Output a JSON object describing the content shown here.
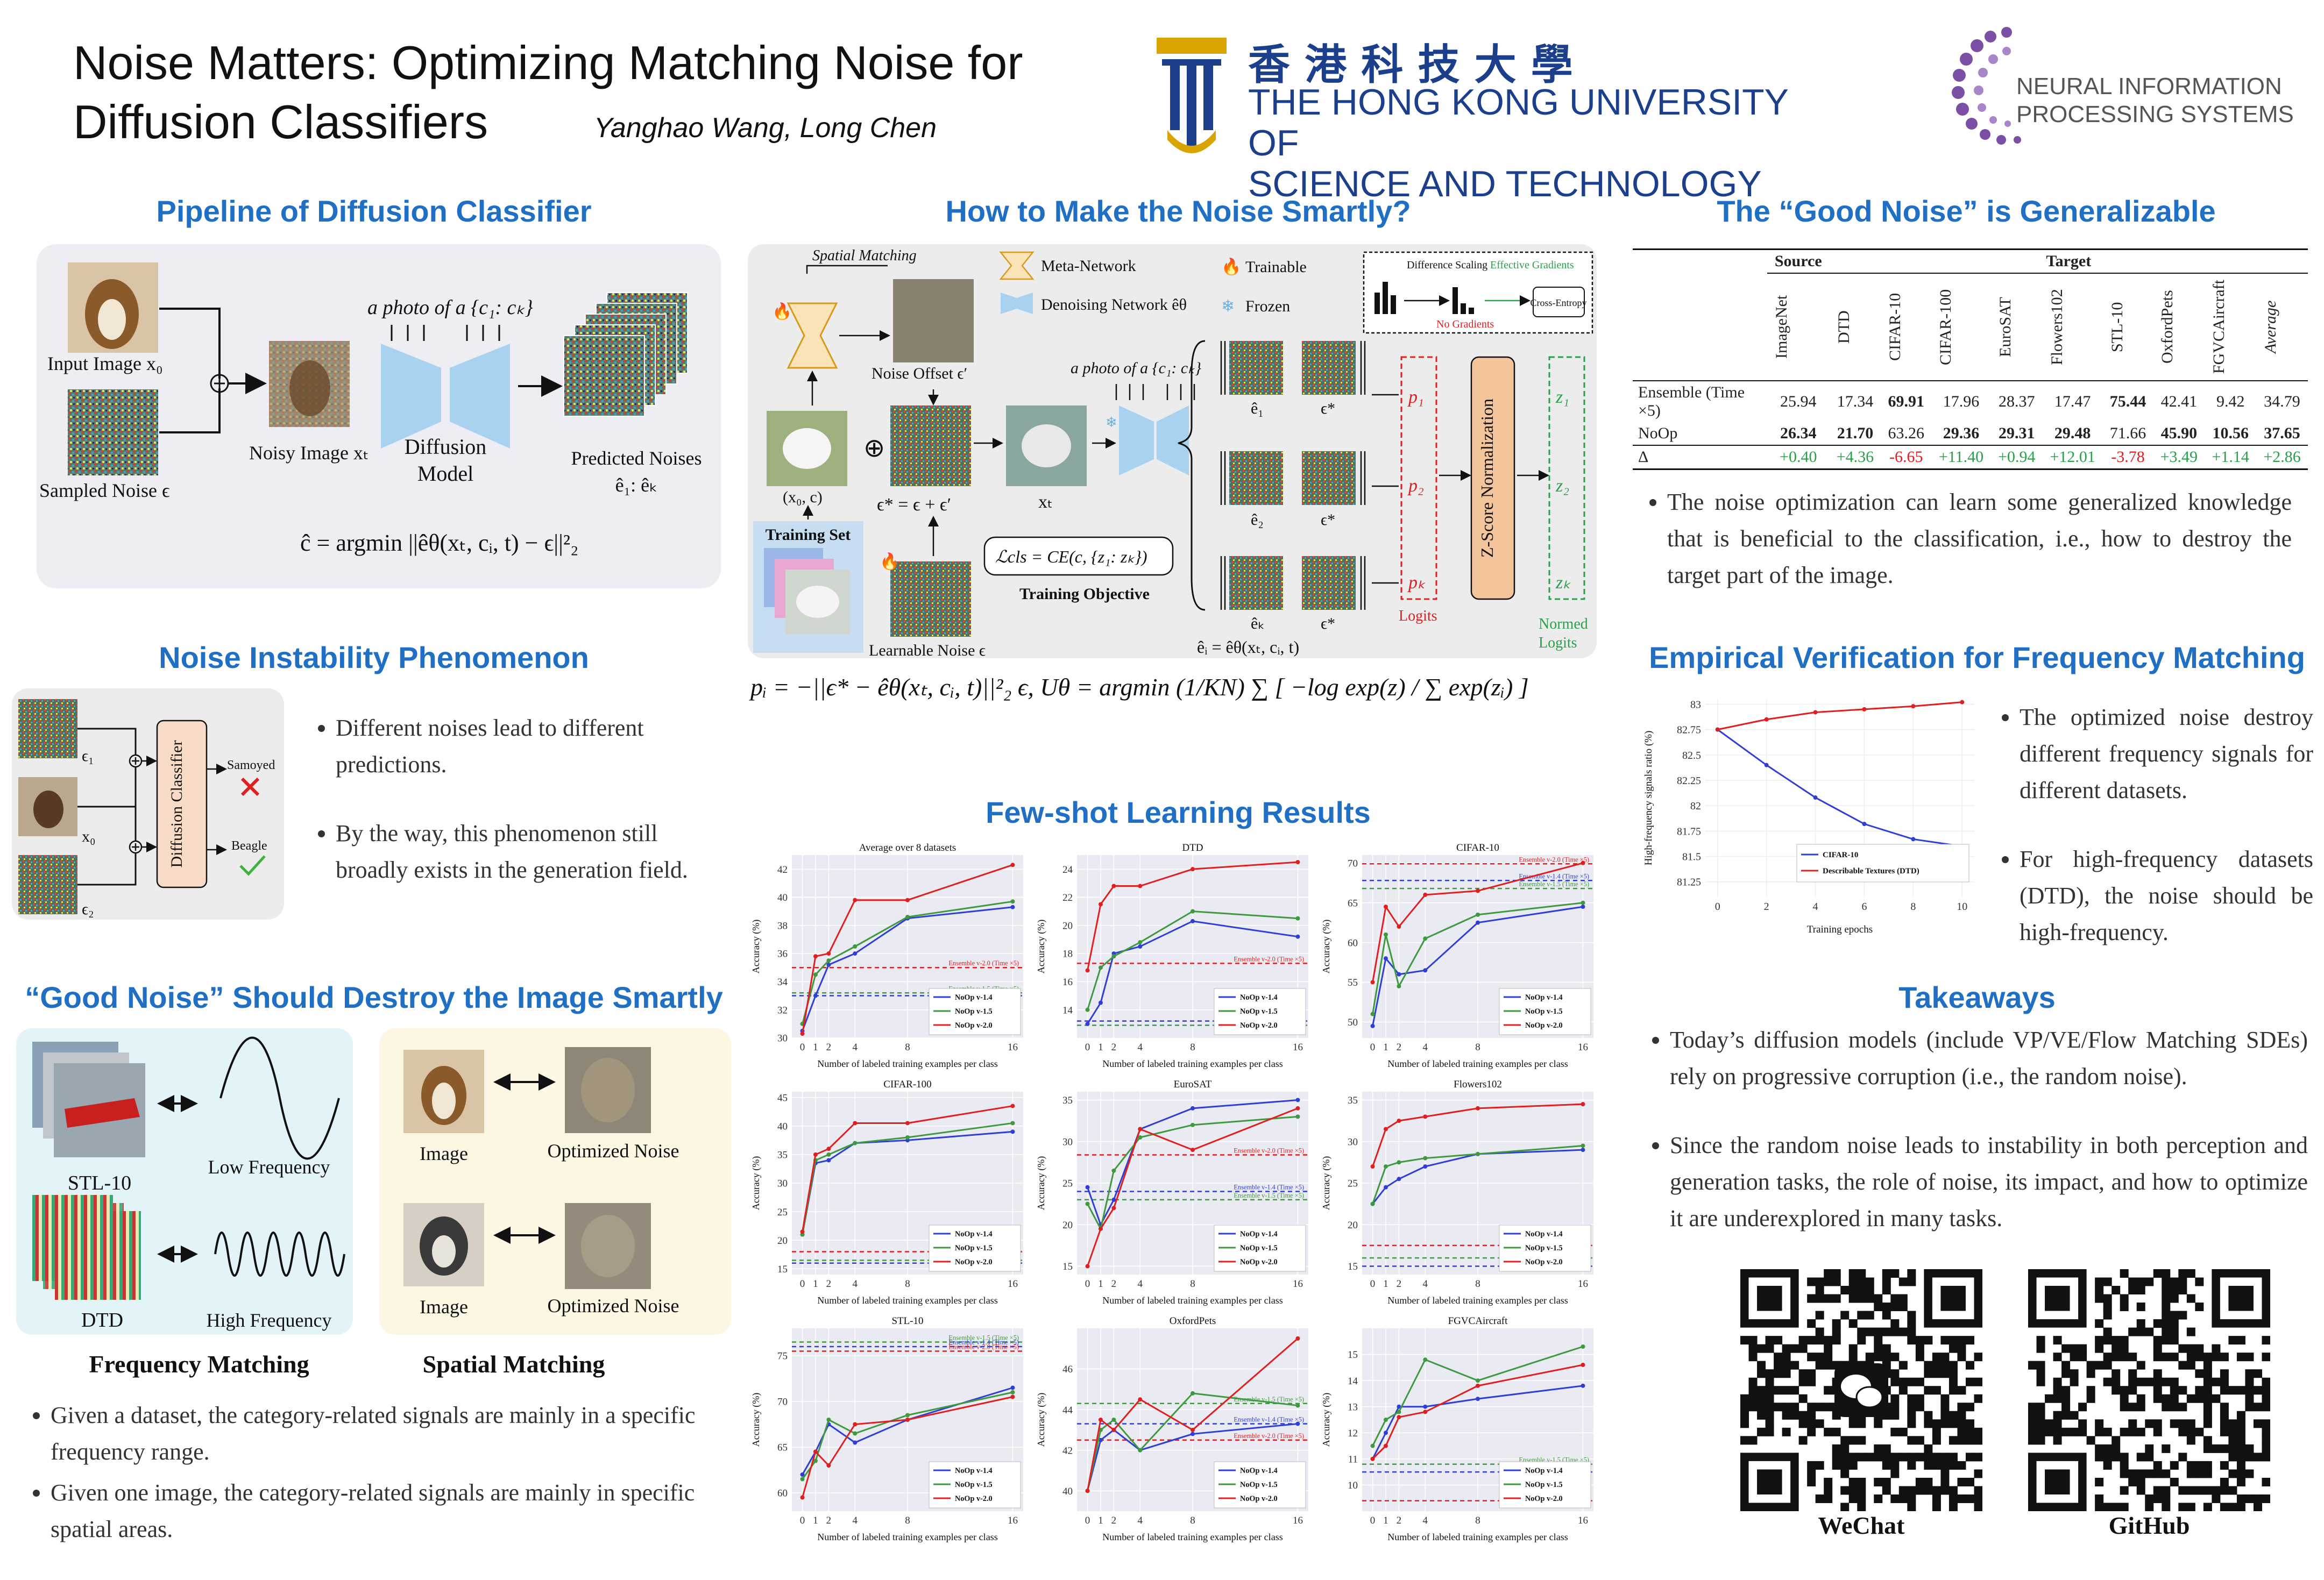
{
  "header": {
    "title_line1": "Noise Matters: Optimizing Matching Noise for",
    "title_line2": "Diffusion Classifiers",
    "authors": "Yanghao Wang, Long Chen",
    "hkust_chinese": "香 港 科 技 大 學",
    "hkust_line1": "THE HONG KONG UNIVERSITY OF",
    "hkust_line2": "SCIENCE AND TECHNOLOGY",
    "neurips_line1": "NEURAL INFORMATION",
    "neurips_line2": "PROCESSING SYSTEMS",
    "accent_color": "#1f6fc5"
  },
  "pipeline": {
    "heading": "Pipeline of Diffusion Classifier",
    "input_image": "Input Image x₀",
    "sampled_noise": "Sampled Noise ϵ",
    "noisy_image": "Noisy Image xₜ",
    "prompt": "a photo of a {c₁: cₖ}",
    "model": "Diffusion",
    "model2": "Model",
    "predicted": "Predicted Noises",
    "predicted_sub": "ê₁: êₖ",
    "formula": "ĉ = argmin ||êθ(xₜ, cᵢ, t) − ϵ||²₂"
  },
  "instability": {
    "heading": "Noise Instability Phenomenon",
    "eps1": "ϵ₁",
    "x0": "x₀",
    "eps2": "ϵ₂",
    "classifier": "Diffusion Classifier",
    "samoyed": "Samoyed",
    "beagle": "Beagle",
    "bullets": [
      "Different noises lead to different predictions.",
      "By the way, this phenomenon still broadly exists in the generation field."
    ]
  },
  "good_noise": {
    "heading": "“Good Noise” Should Destroy the Image Smartly",
    "stl": "STL-10",
    "low": "Low Frequency",
    "dtd": "DTD",
    "high": "High Frequency",
    "image": "Image",
    "optimized": "Optimized Noise",
    "freq_caption": "Frequency Matching",
    "spatial_caption": "Spatial Matching",
    "bullets": [
      "Given a dataset, the category-related signals are mainly in a specific frequency range.",
      "Given one image, the category-related signals are mainly in specific spatial areas."
    ]
  },
  "smart": {
    "heading": "How to Make the Noise Smartly?",
    "spatial_matching": "Spatial Matching",
    "meta_network": "Meta-Network",
    "denoising": "Denoising Network êθ",
    "trainable": "Trainable",
    "frozen": "Frozen",
    "noise_offset": "Noise Offset ϵ′",
    "prompt": "a photo of a {c₁: cₖ}",
    "eps_star": "ϵ* = ϵ + ϵ′",
    "x_c": "(x₀, c)",
    "x_t": "xₜ",
    "training_set": "Training Set",
    "learnable": "Learnable Noise ϵ",
    "loss": "ℒcls = CE(c, {z₁: zₖ})",
    "objective": "Training Objective",
    "diff_scaling": "Difference Scaling",
    "effective_grad": "Effective Gradients",
    "no_grad": "No Gradients",
    "cross_entropy": "Cross-Entropy",
    "zscore": "Z-Score Normalization",
    "logits": "Logits",
    "normed": "Normed",
    "normed2": "Logits",
    "e1": "ê₁",
    "e2": "ê₂",
    "ek": "êₖ",
    "estar": "ϵ*",
    "p1": "p₁",
    "p2": "p₂",
    "pk": "pₖ",
    "z1": "z₁",
    "z2": "z₂",
    "zk": "zₖ",
    "ei_formula": "êᵢ = êθ(xₜ, cᵢ, t)",
    "main_formula": "pᵢ = −||ϵ* − êθ(xₜ, cᵢ, t)||²₂    ϵ, Uθ = argmin (1/KN) ∑ [ −log exp(z) / ∑ exp(zᵢ) ]"
  },
  "few_shot": {
    "heading": "Few-shot Learning Results",
    "xlabel": "Number of labeled training examples per class",
    "ylabel": "Accuracy (%)",
    "series_names": [
      "NoOp v-1.4",
      "NoOp v-1.5",
      "NoOp v-2.0"
    ],
    "series_colors": [
      "#2f3fd6",
      "#3f9a3f",
      "#e02020"
    ]
  },
  "chart_data": [
    {
      "type": "line",
      "title": "Average over 8 datasets",
      "x": [
        0,
        1,
        2,
        4,
        8,
        16
      ],
      "xlabel": "Number of labeled training examples per class",
      "ylabel": "Accuracy (%)",
      "ylim": [
        30,
        43
      ],
      "yticks": [
        30,
        32,
        34,
        36,
        38,
        40,
        42
      ],
      "series": [
        {
          "name": "NoOp v-1.4",
          "values": [
            30.5,
            33.0,
            35.2,
            36.0,
            38.5,
            39.3
          ]
        },
        {
          "name": "NoOp v-1.5",
          "values": [
            31.0,
            34.5,
            35.5,
            36.5,
            38.6,
            39.7
          ]
        },
        {
          "name": "NoOp v-2.0",
          "values": [
            30.3,
            35.8,
            36.0,
            39.8,
            39.8,
            42.3
          ]
        }
      ],
      "baselines": [
        {
          "label": "Ensemble v-2.0 (Time ×5)",
          "value": 35.0
        },
        {
          "label": "Ensemble v-1.5 (Time ×5)",
          "value": 33.2
        },
        {
          "label": "Ensemble v-1.4 (Time ×5)",
          "value": 33.0
        }
      ]
    },
    {
      "type": "line",
      "title": "DTD",
      "x": [
        0,
        1,
        2,
        4,
        8,
        16
      ],
      "xlabel": "Number of labeled training examples per class",
      "ylabel": "Accuracy (%)",
      "ylim": [
        12,
        25
      ],
      "yticks": [
        14,
        16,
        18,
        20,
        22,
        24
      ],
      "series": [
        {
          "name": "NoOp v-1.4",
          "values": [
            13.0,
            14.5,
            18.0,
            18.5,
            20.3,
            19.2
          ]
        },
        {
          "name": "NoOp v-1.5",
          "values": [
            14.0,
            17.0,
            17.8,
            18.8,
            21.0,
            20.5
          ]
        },
        {
          "name": "NoOp v-2.0",
          "values": [
            16.8,
            21.5,
            22.8,
            22.8,
            24.0,
            24.5
          ]
        }
      ],
      "baselines": [
        {
          "label": "Ensemble v-2.0 (Time ×5)",
          "value": 17.3
        },
        {
          "label": "Ensemble v-1.4 (Time ×5)",
          "value": 13.2
        },
        {
          "label": "Ensemble v-1.5 (Time ×5)",
          "value": 12.9
        }
      ]
    },
    {
      "type": "line",
      "title": "CIFAR-10",
      "x": [
        0,
        1,
        2,
        4,
        8,
        16
      ],
      "xlabel": "Number of labeled training examples per class",
      "ylabel": "Accuracy (%)",
      "ylim": [
        48,
        71
      ],
      "yticks": [
        50,
        55,
        60,
        65,
        70
      ],
      "series": [
        {
          "name": "NoOp v-1.4",
          "values": [
            49.5,
            58.0,
            56.0,
            56.5,
            62.5,
            64.5
          ]
        },
        {
          "name": "NoOp v-1.5",
          "values": [
            51.0,
            61.0,
            54.5,
            60.5,
            63.5,
            65.0
          ]
        },
        {
          "name": "NoOp v-2.0",
          "values": [
            55.0,
            64.5,
            62.0,
            66.0,
            66.5,
            70.0
          ]
        }
      ],
      "baselines": [
        {
          "label": "Ensemble v-2.0 (Time ×5)",
          "value": 69.9
        },
        {
          "label": "Ensemble v-1.4 (Time ×5)",
          "value": 67.8
        },
        {
          "label": "Ensemble v-1.5 (Time ×5)",
          "value": 66.8
        }
      ]
    },
    {
      "type": "line",
      "title": "CIFAR-100",
      "x": [
        0,
        1,
        2,
        4,
        8,
        16
      ],
      "xlabel": "Number of labeled training examples per class",
      "ylabel": "Accuracy (%)",
      "ylim": [
        14,
        46
      ],
      "yticks": [
        15,
        20,
        25,
        30,
        35,
        40,
        45
      ],
      "series": [
        {
          "name": "NoOp v-1.4",
          "values": [
            21.0,
            33.5,
            34.0,
            37.0,
            37.5,
            39.0
          ]
        },
        {
          "name": "NoOp v-1.5",
          "values": [
            21.0,
            34.0,
            35.0,
            37.0,
            38.0,
            40.5
          ]
        },
        {
          "name": "NoOp v-2.0",
          "values": [
            21.5,
            35.0,
            36.0,
            40.5,
            40.5,
            43.5
          ]
        }
      ],
      "baselines": [
        {
          "label": "Ensemble v-2.0 (Time ×5)",
          "value": 18.0
        },
        {
          "label": "Ensemble v-1.5 (Time ×5)",
          "value": 16.5
        },
        {
          "label": "Ensemble v-1.4 (Time ×5)",
          "value": 16.0
        }
      ]
    },
    {
      "type": "line",
      "title": "EuroSAT",
      "x": [
        0,
        1,
        2,
        4,
        8,
        16
      ],
      "xlabel": "Number of labeled training examples per class",
      "ylabel": "Accuracy (%)",
      "ylim": [
        14,
        36
      ],
      "yticks": [
        15,
        20,
        25,
        30,
        35
      ],
      "series": [
        {
          "name": "NoOp v-1.4",
          "values": [
            24.5,
            20.0,
            23.0,
            31.5,
            34.0,
            35.0
          ]
        },
        {
          "name": "NoOp v-1.5",
          "values": [
            22.5,
            19.5,
            26.5,
            30.5,
            32.0,
            33.0
          ]
        },
        {
          "name": "NoOp v-2.0",
          "values": [
            15.0,
            19.5,
            22.0,
            31.5,
            29.0,
            34.0
          ]
        }
      ],
      "baselines": [
        {
          "label": "Ensemble v-2.0 (Time ×5)",
          "value": 28.4
        },
        {
          "label": "Ensemble v-1.4 (Time ×5)",
          "value": 24.0
        },
        {
          "label": "Ensemble v-1.5 (Time ×5)",
          "value": 23.0
        }
      ]
    },
    {
      "type": "line",
      "title": "Flowers102",
      "x": [
        0,
        1,
        2,
        4,
        8,
        16
      ],
      "xlabel": "Number of labeled training examples per class",
      "ylabel": "Accuracy (%)",
      "ylim": [
        14,
        36
      ],
      "yticks": [
        15,
        20,
        25,
        30,
        35
      ],
      "series": [
        {
          "name": "NoOp v-1.4",
          "values": [
            22.5,
            24.5,
            25.5,
            27.0,
            28.5,
            29.0
          ]
        },
        {
          "name": "NoOp v-1.5",
          "values": [
            22.5,
            27.0,
            27.5,
            28.0,
            28.5,
            29.5
          ]
        },
        {
          "name": "NoOp v-2.0",
          "values": [
            27.0,
            31.5,
            32.5,
            33.0,
            34.0,
            34.5
          ]
        }
      ],
      "baselines": [
        {
          "label": "Ensemble v-2.0 (Time ×5)",
          "value": 17.5
        },
        {
          "label": "Ensemble v-1.5 (Time ×5)",
          "value": 16.0
        },
        {
          "label": "Ensemble v-1.4 (Time ×5)",
          "value": 15.0
        }
      ]
    },
    {
      "type": "line",
      "title": "STL-10",
      "x": [
        0,
        1,
        2,
        4,
        8,
        16
      ],
      "xlabel": "Number of labeled training examples per class",
      "ylabel": "Accuracy (%)",
      "ylim": [
        58,
        78
      ],
      "yticks": [
        60,
        65,
        70,
        75
      ],
      "series": [
        {
          "name": "NoOp v-1.4",
          "values": [
            62.0,
            64.5,
            67.5,
            65.5,
            68.0,
            71.5
          ]
        },
        {
          "name": "NoOp v-1.5",
          "values": [
            61.5,
            63.5,
            68.0,
            66.5,
            68.5,
            71.0
          ]
        },
        {
          "name": "NoOp v-2.0",
          "values": [
            59.5,
            64.5,
            63.0,
            67.5,
            68.0,
            70.5
          ]
        }
      ],
      "baselines": [
        {
          "label": "Ensemble v-1.5 (Time ×5)",
          "value": 76.5
        },
        {
          "label": "Ensemble v-1.4 (Time ×5)",
          "value": 76.0
        },
        {
          "label": "Ensemble v-2.0 (Time ×5)",
          "value": 75.5
        }
      ]
    },
    {
      "type": "line",
      "title": "OxfordPets",
      "x": [
        0,
        1,
        2,
        4,
        8,
        16
      ],
      "xlabel": "Number of labeled training examples per class",
      "ylabel": "Accuracy (%)",
      "ylim": [
        39,
        48
      ],
      "yticks": [
        40,
        42,
        44,
        46
      ],
      "series": [
        {
          "name": "NoOp v-1.4",
          "values": [
            40.0,
            42.5,
            43.0,
            42.0,
            42.8,
            43.3
          ]
        },
        {
          "name": "NoOp v-1.5",
          "values": [
            40.0,
            43.0,
            43.5,
            42.0,
            44.8,
            44.2
          ]
        },
        {
          "name": "NoOp v-2.0",
          "values": [
            40.0,
            43.5,
            43.0,
            44.5,
            43.0,
            47.5
          ]
        }
      ],
      "baselines": [
        {
          "label": "Ensemble v-1.5 (Time ×5)",
          "value": 44.3
        },
        {
          "label": "Ensemble v-1.4 (Time ×5)",
          "value": 43.3
        },
        {
          "label": "Ensemble v-2.0 (Time ×5)",
          "value": 42.5
        }
      ]
    },
    {
      "type": "line",
      "title": "FGVCAircraft",
      "x": [
        0,
        1,
        2,
        4,
        8,
        16
      ],
      "xlabel": "Number of labeled training examples per class",
      "ylabel": "Accuracy (%)",
      "ylim": [
        9,
        16
      ],
      "yticks": [
        10,
        11,
        12,
        13,
        14,
        15
      ],
      "series": [
        {
          "name": "NoOp v-1.4",
          "values": [
            11.0,
            12.0,
            13.0,
            13.0,
            13.3,
            13.8
          ]
        },
        {
          "name": "NoOp v-1.5",
          "values": [
            11.5,
            12.5,
            12.8,
            14.8,
            14.0,
            15.3
          ]
        },
        {
          "name": "NoOp v-2.0",
          "values": [
            11.0,
            11.5,
            12.6,
            12.8,
            13.8,
            14.6
          ]
        }
      ],
      "baselines": [
        {
          "label": "Ensemble v-1.5 (Time ×5)",
          "value": 10.8
        },
        {
          "label": "Ensemble v-1.4 (Time ×5)",
          "value": 10.5
        },
        {
          "label": "Ensemble v-2.0 (Time ×5)",
          "value": 9.4
        }
      ]
    },
    {
      "type": "line",
      "title": "",
      "x": [
        0,
        2,
        4,
        6,
        8,
        10
      ],
      "xlabel": "Training epochs",
      "ylabel": "High-frequency signals ratio (%)",
      "ylim": [
        81.1,
        83.05
      ],
      "yticks": [
        81.25,
        81.5,
        81.75,
        82.0,
        82.25,
        82.5,
        82.75,
        83.0
      ],
      "series": [
        {
          "name": "CIFAR-10",
          "values": [
            82.75,
            82.4,
            82.08,
            81.82,
            81.67,
            81.6
          ]
        },
        {
          "name": "Describable Textures (DTD)",
          "values": [
            82.75,
            82.85,
            82.92,
            82.95,
            82.98,
            83.02
          ]
        }
      ]
    }
  ],
  "generalizable": {
    "heading": "The “Good Noise” is Generalizable",
    "source_label": "Source",
    "target_label": "Target",
    "columns": [
      "ImageNet",
      "DTD",
      "CIFAR-10",
      "CIFAR-100",
      "EuroSAT",
      "Flowers102",
      "STL-10",
      "OxfordPets",
      "FGVCAircraft",
      "Average"
    ],
    "rows": [
      {
        "name": "Ensemble (Time ×5)",
        "values": [
          "25.94",
          "17.34",
          "69.91",
          "17.96",
          "28.37",
          "17.47",
          "75.44",
          "42.41",
          "9.42",
          "34.79"
        ]
      },
      {
        "name": "NoOp",
        "values": [
          "26.34",
          "21.70",
          "63.26",
          "29.36",
          "29.31",
          "29.48",
          "71.66",
          "45.90",
          "10.56",
          "37.65"
        ]
      },
      {
        "name": "Δ",
        "values": [
          "+0.40",
          "+4.36",
          "-6.65",
          "+11.40",
          "+0.94",
          "+12.01",
          "-3.78",
          "+3.49",
          "+1.14",
          "+2.86"
        ]
      }
    ],
    "bullet": "The noise optimization can learn some generalized knowledge that is beneficial to the classification, i.e., how to destroy the target part of the image."
  },
  "empirical": {
    "heading": "Empirical Verification for Frequency Matching",
    "bullets": [
      "The optimized noise destroy different frequency signals for different datasets.",
      "For high-frequency datasets (DTD), the noise should be high-frequency."
    ]
  },
  "takeaways": {
    "heading": "Takeaways",
    "bullets": [
      "Today’s diffusion models (include VP/VE/Flow Matching SDEs) rely on progressive corruption (i.e., the random noise).",
      "Since the random noise leads to instability in both perception and generation tasks, the role of noise, its impact, and how to optimize it are underexplored in many tasks."
    ],
    "wechat": "WeChat",
    "github": "GitHub"
  }
}
